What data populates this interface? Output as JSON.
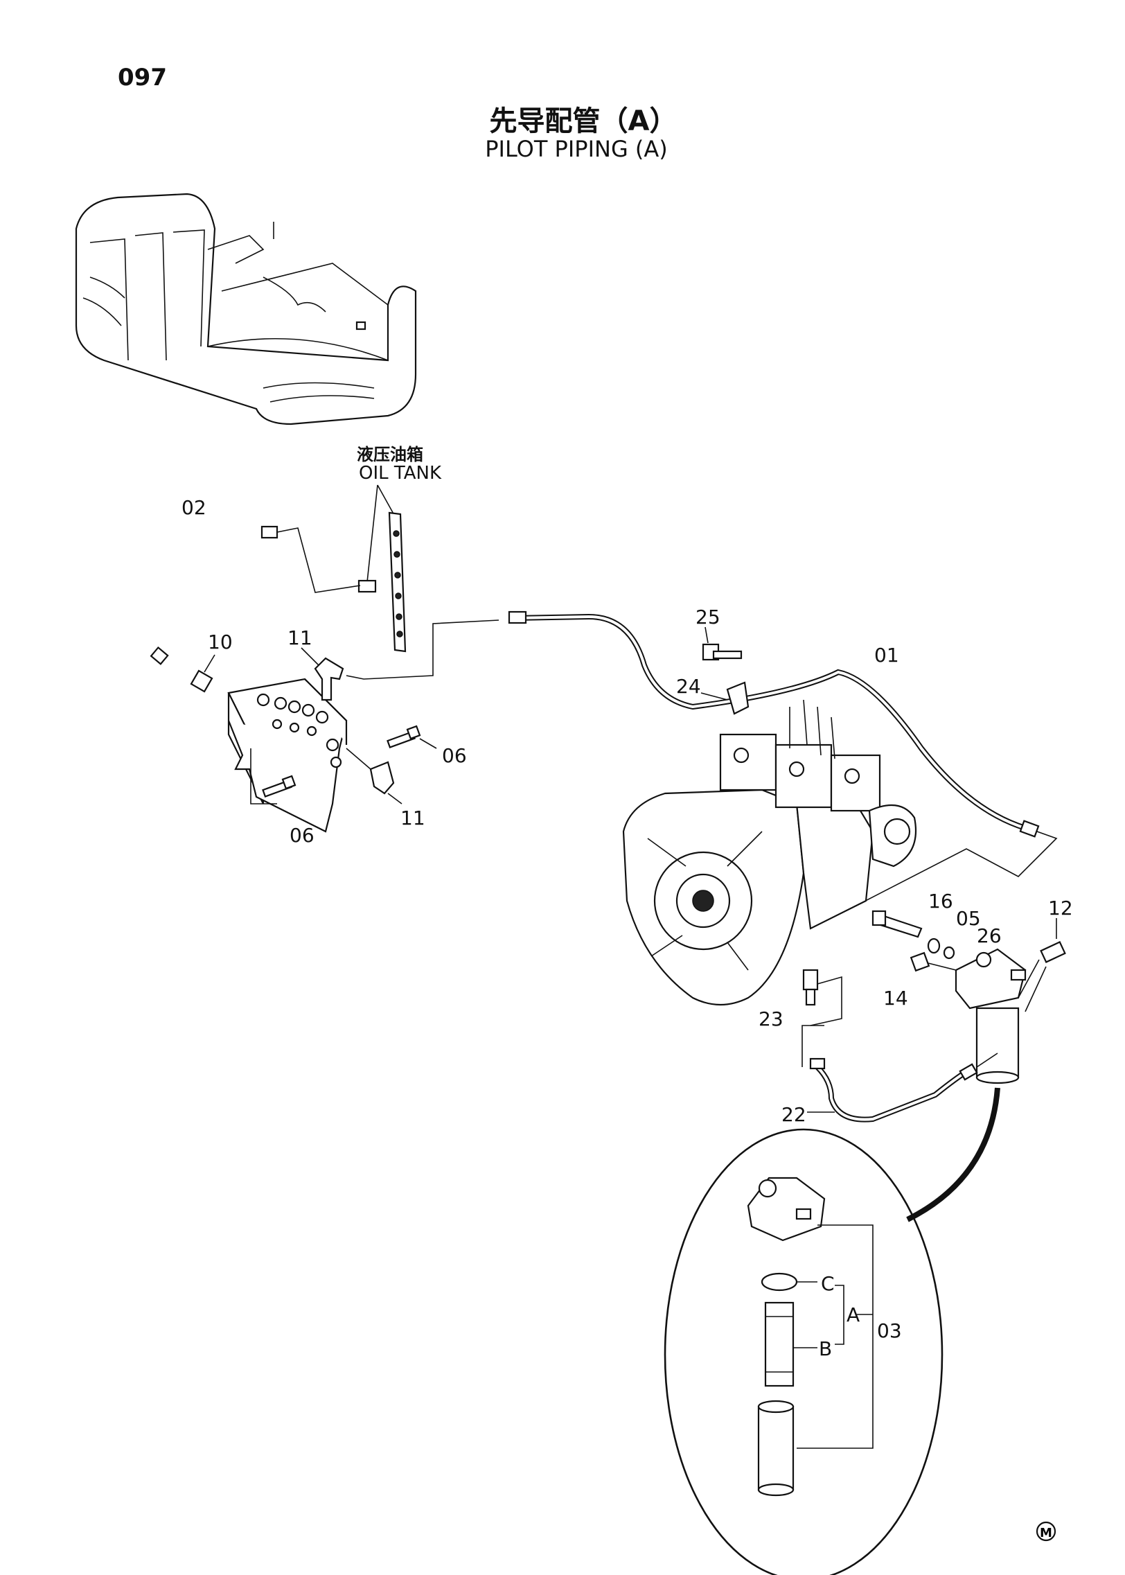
{
  "page_number": "097",
  "title_cn": "先导配管（A）",
  "title_en": "PILOT PIPING (A)",
  "oil_tank": {
    "label_cn": "液压油箱",
    "label_en": "OIL TANK"
  },
  "callouts": {
    "c01": "01",
    "c02": "02",
    "c03": "03",
    "c05": "05",
    "c06a": "06",
    "c06b": "06",
    "c10": "10",
    "c11a": "11",
    "c11b": "11",
    "c12": "12",
    "c14": "14",
    "c16": "16",
    "c22": "22",
    "c23": "23",
    "c24": "24",
    "c25": "25",
    "c26": "26",
    "cA": "A",
    "cB": "B",
    "cC": "C"
  },
  "mark": "M"
}
